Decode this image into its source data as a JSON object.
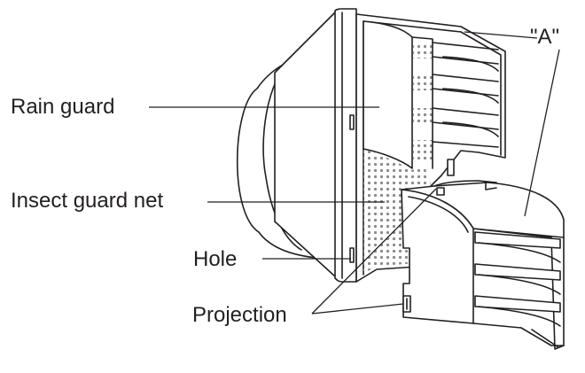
{
  "labels": {
    "rain_guard": "Rain guard",
    "insect_guard_net": "Insect guard net",
    "hole": "Hole",
    "projection": "Projection",
    "part_a": "\"A\""
  },
  "colors": {
    "line": "#231f20",
    "dots": "#8a8a8a",
    "background": "#ffffff"
  }
}
